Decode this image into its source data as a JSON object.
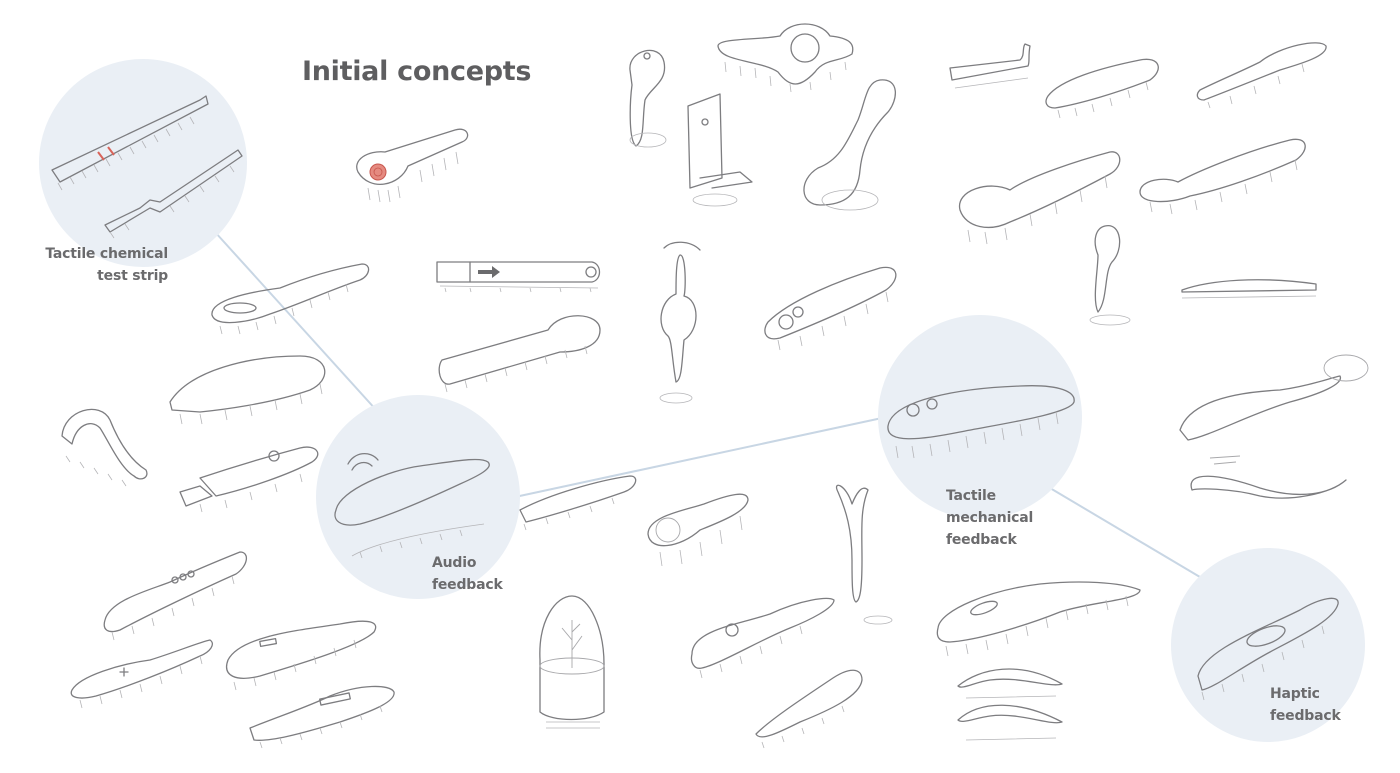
{
  "page": {
    "title": "Initial concepts"
  },
  "colors": {
    "background": "#ffffff",
    "circle_fill": "#eaeff5",
    "connector_line": "#c8d6e4",
    "title_text": "#5e5e60",
    "label_text": "#6b6b6d",
    "sketch_stroke": "#7d7d80",
    "accent_red": "#d9645a"
  },
  "callouts": [
    {
      "id": "chemical",
      "lines": [
        "Tactile chemical",
        "test strip"
      ]
    },
    {
      "id": "audio",
      "lines": [
        "Audio",
        "feedback"
      ]
    },
    {
      "id": "mechanical",
      "lines": [
        "Tactile",
        "mechanical",
        "feedback"
      ]
    },
    {
      "id": "haptic",
      "lines": [
        "Haptic",
        "feedback"
      ]
    }
  ],
  "sketches": [
    "test-strip-sketch",
    "red-button-brush-sketch",
    "hook-handle-sketch",
    "round-knob-brush-sketch",
    "card-holder-sketch",
    "spoon-handle-sketch",
    "branch-tube-sketch",
    "elongated-brush-sketch",
    "slide-arrow-brush-sketch",
    "ball-head-brush-sketch",
    "rotating-stick-sketch",
    "two-button-brush-sketch",
    "terrarium-sketch",
    "y-fork-sketch",
    "wave-strip-sketch",
    "curved-slider-brush-sketch"
  ]
}
